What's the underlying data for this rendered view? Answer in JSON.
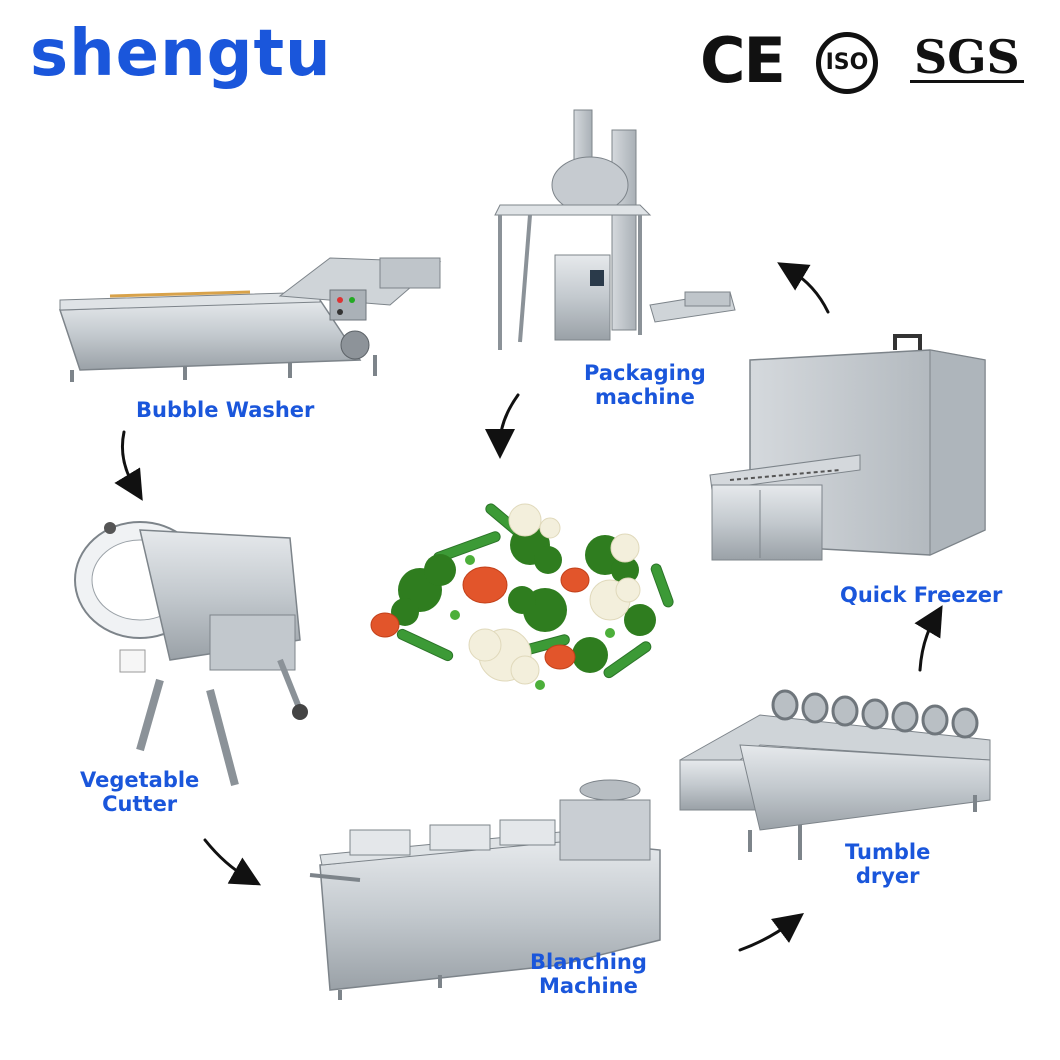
{
  "brand": {
    "logo_text": "shengtu",
    "accent": "#1a56db"
  },
  "certifications": [
    "CE",
    "ISO",
    "SGS"
  ],
  "steps": [
    {
      "id": "bubble-washer",
      "label": "Bubble Washer"
    },
    {
      "id": "vegetable-cutter",
      "label": "Vegetable\nCutter"
    },
    {
      "id": "blanching-machine",
      "label": "Blanching\nMachine"
    },
    {
      "id": "tumble-dryer",
      "label": "Tumble\ndryer"
    },
    {
      "id": "quick-freezer",
      "label": "Quick Freezer"
    },
    {
      "id": "packaging-machine",
      "label": "Packaging\nmachine"
    }
  ],
  "center": {
    "product": "frozen-mixed-vegetables"
  },
  "colors": {
    "steel": "#c9ced3",
    "steel_dark": "#8e959c",
    "broccoli": "#2f7d1f",
    "carrot": "#e2552b",
    "cauliflower": "#f3efdc",
    "bean": "#3c9a36"
  }
}
